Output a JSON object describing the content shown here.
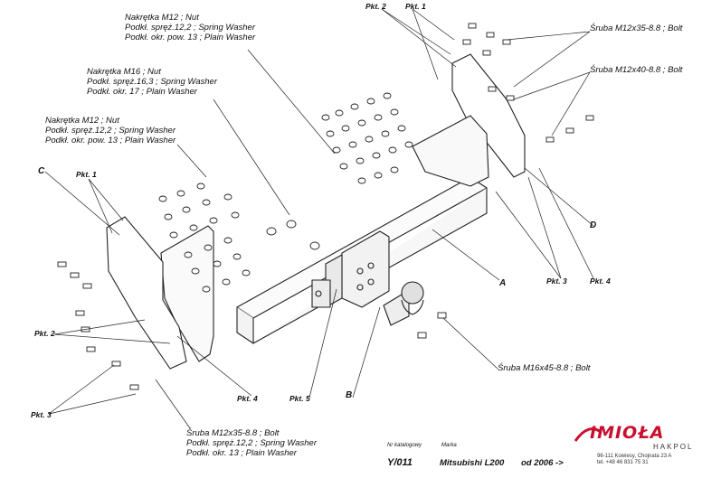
{
  "callouts": {
    "top_nut_group": [
      "Nakrętka M12 ; Nut",
      "Podkł. spręż.12,2 ; Spring Washer",
      "Podkł. okr. pow. 13 ; Plain Washer"
    ],
    "mid_nut_group": [
      "Nakrętka M16 ; Nut",
      "Podkł. spręż.16,3 ; Spring Washer",
      "Podkł. okr. 17 ; Plain Washer"
    ],
    "left_nut_group": [
      "Nakrętka M12 ; Nut",
      "Podkł. spręż.12,2 ; Spring Washer",
      "Podkł. okr. pow. 13 ; Plain Washer"
    ],
    "bottom_bolt_group": [
      "Śruba M12x35-8.8 ; Bolt",
      "Podkł. spręż.12,2 ; Spring Washer",
      "Podkł. okr. 13 ; Plain Washer"
    ],
    "bolt_m12x35": "Śruba M12x35-8.8 ; Bolt",
    "bolt_m12x40": "Śruba M12x40-8.8 ; Bolt",
    "bolt_m16x45": "Śruba M16x45-8.8 ; Bolt"
  },
  "points": {
    "pkt2_top": "Pkt. 2",
    "pkt1_top": "Pkt. 1",
    "pkt1_left": "Pkt. 1",
    "pkt2_left": "Pkt. 2",
    "pkt3_left": "Pkt. 3",
    "pkt4_bottom": "Pkt. 4",
    "pkt5": "Pkt. 5",
    "pkt3_right": "Pkt. 3",
    "pkt4_right": "Pkt. 4"
  },
  "letters": {
    "a": "A",
    "b": "B",
    "c": "C",
    "d": "D"
  },
  "footer": {
    "code_caption": "Nr katalogowy",
    "code": "Y/011",
    "brand_caption": "Marka",
    "model": "Mitsubishi L200",
    "date": "od 2006 ->"
  },
  "logo": {
    "name": "IMIOŁA",
    "sub": "HAKPOL",
    "address": [
      "96-111 Kowiesy, Chojnata 23 A",
      "tel. +48 46 831 75 31"
    ],
    "color": "#c8102e"
  }
}
